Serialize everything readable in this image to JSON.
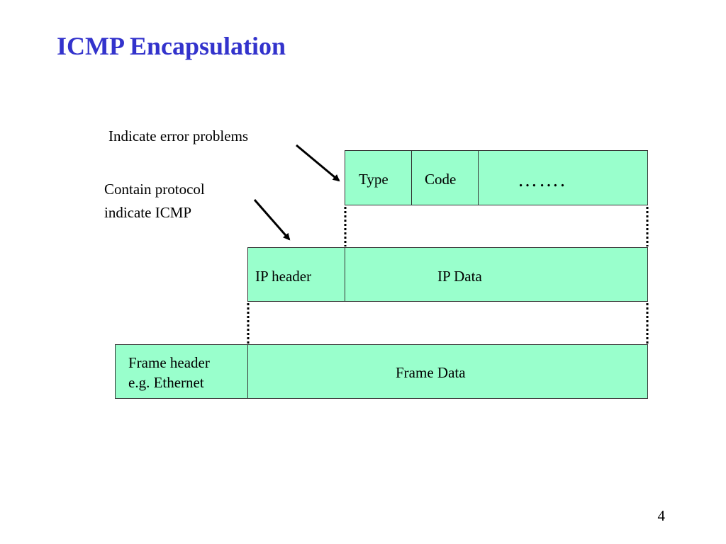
{
  "slide": {
    "title": "ICMP Encapsulation",
    "page_number": "4"
  },
  "annotations": {
    "error": "Indicate error problems",
    "protocol_line1": "Contain protocol",
    "protocol_line2": "indicate ICMP"
  },
  "icmp_layer": {
    "type_label": "Type",
    "code_label": "Code",
    "rest_label": "……."
  },
  "ip_layer": {
    "header_label": "IP header",
    "data_label": "IP Data"
  },
  "frame_layer": {
    "header_line1": "Frame header",
    "header_line2": "e.g. Ethernet",
    "data_label": "Frame Data"
  },
  "colors": {
    "title": "#3333cc",
    "box_fill": "#99ffcc",
    "box_border": "#333333"
  }
}
